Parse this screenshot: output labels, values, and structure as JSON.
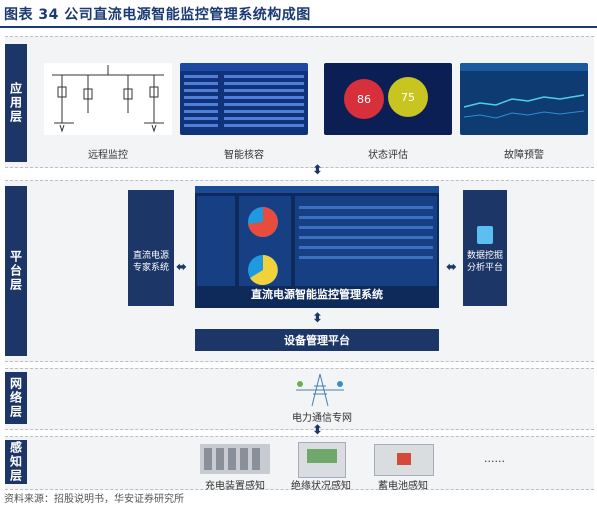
{
  "title": "图表 34 公司直流电源智能监控管理系统构成图",
  "layers": {
    "app": "应用层",
    "platform": "平台层",
    "network": "网络层",
    "sensing": "感知层"
  },
  "apps": [
    "远程监控",
    "智能核容",
    "状态评估",
    "故障预警"
  ],
  "gauges": {
    "left": "86",
    "right": "75"
  },
  "platform": {
    "left_box": [
      "直流电源",
      "专家系统"
    ],
    "right_box": [
      "数据挖掘",
      "分析平台"
    ],
    "dashboard_title": "直流电源智能监控管理系统",
    "mgmt": "设备管理平台"
  },
  "network_label": "电力通信专网",
  "sensing": [
    "充电装置感知",
    "绝缘状况感知",
    "蓄电池感知",
    "......"
  ],
  "footer": "资料来源：招股说明书，华安证券研究所",
  "colors": {
    "navy": "#1c3667",
    "title": "#1b3a73"
  }
}
